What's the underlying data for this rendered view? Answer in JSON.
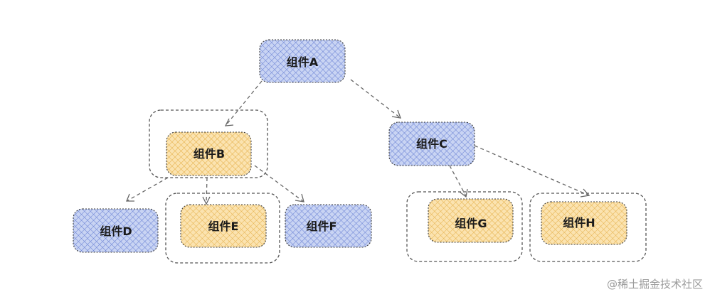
{
  "nodes": {
    "A": {
      "label": "组件A",
      "kind": "blue"
    },
    "B": {
      "label": "组件B",
      "kind": "yellow"
    },
    "C": {
      "label": "组件C",
      "kind": "blue"
    },
    "D": {
      "label": "组件D",
      "kind": "blue"
    },
    "E": {
      "label": "组件E",
      "kind": "yellow"
    },
    "F": {
      "label": "组件F",
      "kind": "blue"
    },
    "G": {
      "label": "组件G",
      "kind": "yellow"
    },
    "H": {
      "label": "组件H",
      "kind": "yellow"
    }
  },
  "edges": [
    [
      "A",
      "B"
    ],
    [
      "A",
      "C"
    ],
    [
      "B",
      "D"
    ],
    [
      "B",
      "E"
    ],
    [
      "B",
      "F"
    ],
    [
      "C",
      "G"
    ],
    [
      "C",
      "H"
    ]
  ],
  "colors": {
    "blue_fill": "#c9d4f3",
    "blue_hatch": "#6f86d6",
    "yellow_fill": "#fbe3b0",
    "yellow_hatch": "#e6b24e",
    "node_border": "#3b3b3b",
    "edge": "#666666",
    "container_border": "#555555"
  },
  "watermark": "@稀土掘金技术社区"
}
